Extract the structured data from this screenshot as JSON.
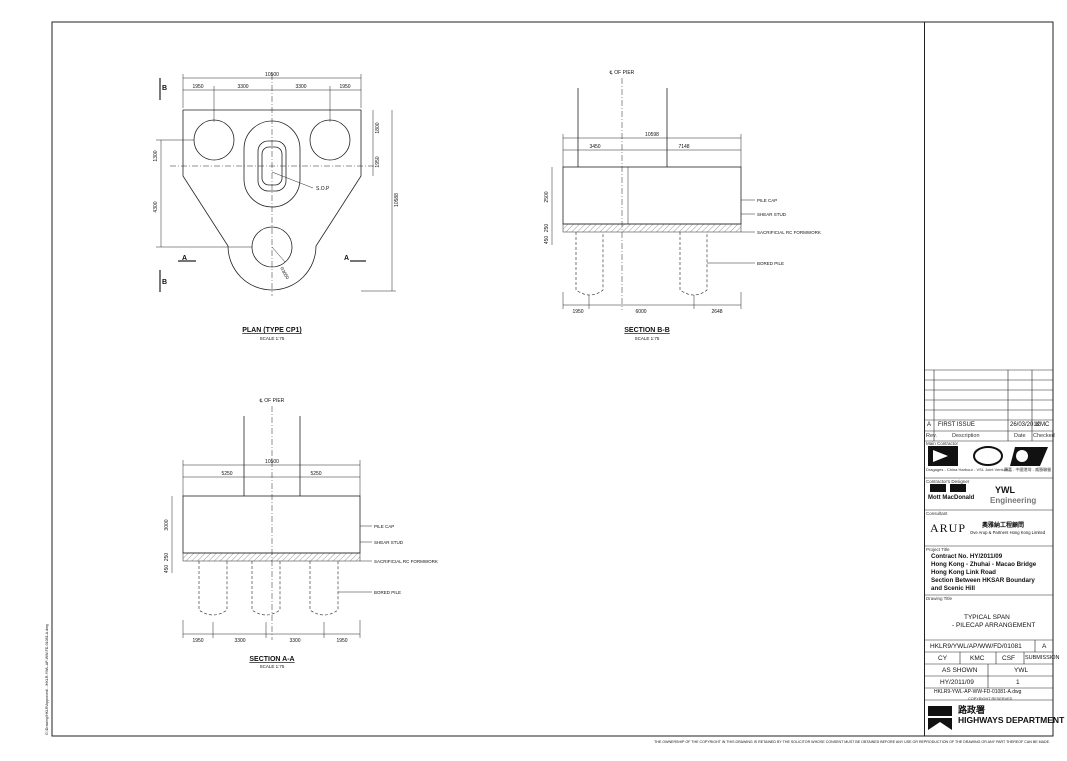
{
  "plan": {
    "title": "PLAN (TYPE CP1)",
    "scale": "SCALE 1:75",
    "dims_top": [
      "1950",
      "3300",
      "3300",
      "1950"
    ],
    "dim_overall": "10500",
    "dim_right_a": "1800",
    "dim_right_b": "1950",
    "dim_left_a": "1300",
    "dim_left_b": "4300",
    "dim_height": "10588",
    "sop": "S.O.P",
    "radius": "R3050",
    "mark_b": "B",
    "mark_a": "A"
  },
  "section_bb": {
    "title": "SECTION B-B",
    "scale": "SCALE 1:75",
    "pier": "℄ OF PIER",
    "dim_overall": "10598",
    "dims_top": [
      "3450",
      "7148"
    ],
    "dims_bottom": [
      "1950",
      "6000",
      "2648"
    ],
    "dim_depth": "2500",
    "dim_small": [
      "450",
      "250"
    ],
    "labels": [
      "PILE CAP",
      "SHEAR STUD",
      "SACRIFICIAL RC FORMWORK",
      "BORED PILE"
    ]
  },
  "section_aa": {
    "title": "SECTION A-A",
    "scale": "SCALE 1:75",
    "pier": "℄ OF PIER",
    "dim_overall": "10500",
    "dims_top": [
      "5250",
      "5250"
    ],
    "dims_bottom": [
      "1950",
      "3300",
      "3300",
      "1950"
    ],
    "dim_depth": "3000",
    "dim_small": [
      "450",
      "250"
    ],
    "labels": [
      "PILE CAP",
      "SHEAR STUD",
      "SACRIFICIAL RC FORMWORK",
      "BORED PILE"
    ]
  },
  "side_text": "G:\\Drawing\\HKLR\\Approved\\...\\HKLR-YWL-AP-WW-FD-01081-A.dwg",
  "title_block": {
    "revision": {
      "rev": "A",
      "desc": "FIRST ISSUE",
      "date": "26/03/2012",
      "checked": "KMC"
    },
    "rev_headers": {
      "rev": "Rev.",
      "desc": "Description",
      "date": "Date",
      "checked": "Checked"
    },
    "contractor_caption": "Main Contractor",
    "jv_text": "Dragages - China Harbour - VSL Joint Venture",
    "jv_text_cn": "寶嘉 - 中國港灣 - 威勝聯營",
    "designer_caption": "Contractor's Designer",
    "mott": "Mott MacDonald",
    "ywl1": "YWL",
    "ywl2": "Engineering",
    "consultant_caption": "Consultant",
    "arup": "ARUP",
    "arup_cn": "奧雅納工程顧問",
    "arup_en": "Ove Arup & Partners Hong Kong Limited",
    "project_caption": "Project Title",
    "project_lines": [
      "Contract No. HY/2011/09",
      "Hong Kong - Zhuhai - Macao Bridge",
      "Hong Kong Link Road",
      "Section Between HKSAR Boundary",
      "and Scenic Hill"
    ],
    "drawing_caption": "Drawing Title",
    "drawing_title": [
      "TYPICAL SPAN",
      "- PILECAP ARRANGEMENT"
    ],
    "drawing_no": "HKLR9/YWL/AP/WW/FD/01081",
    "rev_letter": "A",
    "drawn": "CY",
    "checked": "KMC",
    "approved": "CSF",
    "status": "SUBMISSION",
    "scale": "AS SHOWN",
    "office": "YWL",
    "job_no": "HY/2011/09",
    "sheet_no": "1",
    "file": "HKLR9-YWL-AP-WW-FD-01081-A.dwg",
    "copyright": "COPYRIGHT RESERVED",
    "dept_cn": "路政署",
    "dept": "HIGHWAYS DEPARTMENT"
  },
  "footer": "THE OWNERSHIP OF THE COPYRIGHT IN THIS DRAWING IS RETAINED BY THE SOLICITOR WHOSE CONSENT MUST BE OBTAINED BEFORE ANY USE OR REPRODUCTION OF THE DRAWING OR ANY PART THEREOF CAN BE MADE."
}
